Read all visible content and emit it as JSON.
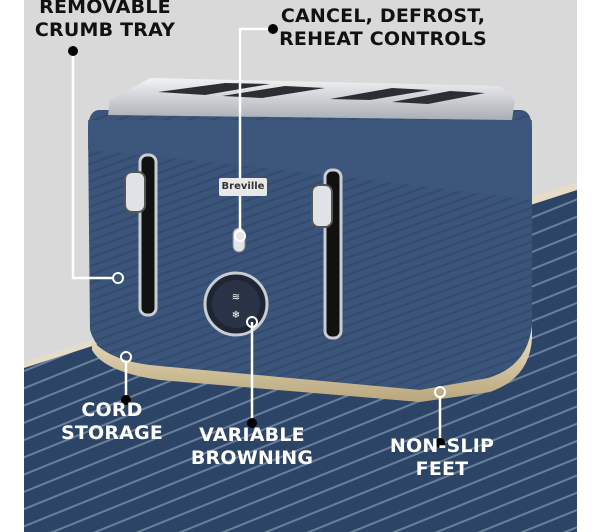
{
  "product": {
    "brand": "Breville",
    "colors": {
      "body": "#3b5479",
      "floor": "#2c4466",
      "background": "#d9d9d9",
      "trim": "#d8c9a4",
      "chrome": "#cfd2d6"
    }
  },
  "callouts": [
    {
      "id": "crumb-tray",
      "line1": "REMOVABLE",
      "line2": "CRUMB TRAY"
    },
    {
      "id": "controls",
      "line1": "CANCEL, DEFROST,",
      "line2": "REHEAT CONTROLS"
    },
    {
      "id": "cord-storage",
      "line1": "CORD",
      "line2": "STORAGE"
    },
    {
      "id": "browning",
      "line1": "VARIABLE",
      "line2": "BROWNING"
    },
    {
      "id": "feet",
      "line1": "NON-SLIP",
      "line2": "FEET"
    }
  ]
}
